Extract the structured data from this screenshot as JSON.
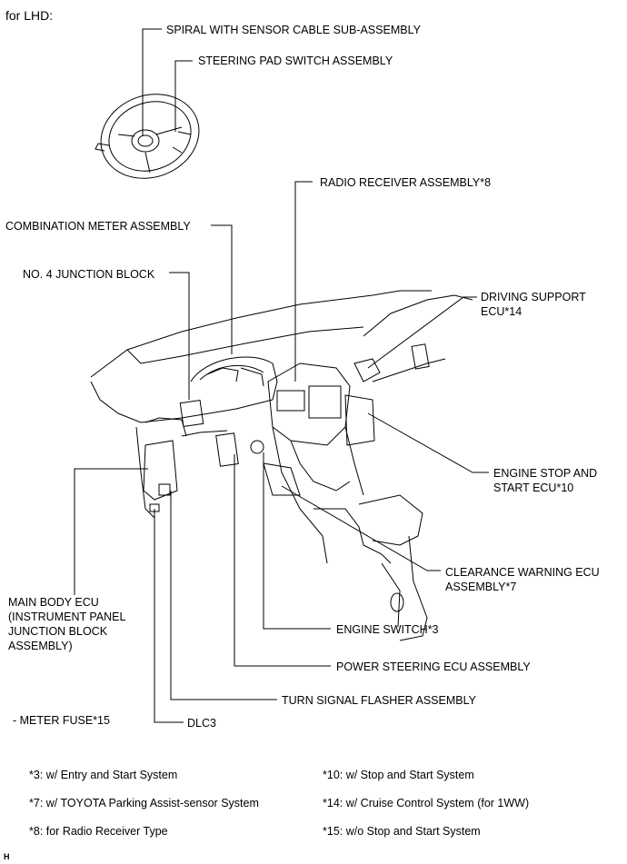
{
  "header": "for LHD:",
  "labels": {
    "spiral": "SPIRAL WITH SENSOR CABLE SUB-ASSEMBLY",
    "steering_pad": "STEERING PAD SWITCH ASSEMBLY",
    "radio": "RADIO RECEIVER ASSEMBLY*8",
    "meter": "COMBINATION METER ASSEMBLY",
    "junction4": "NO. 4 JUNCTION BLOCK",
    "driving_support": "DRIVING SUPPORT\nECU*14",
    "engine_stop": "ENGINE STOP AND\nSTART ECU*10",
    "clearance": "CLEARANCE WARNING ECU\nASSEMBLY*7",
    "main_body": "MAIN BODY ECU\n(INSTRUMENT PANEL\nJUNCTION BLOCK\nASSEMBLY)",
    "engine_switch": "ENGINE SWITCH*3",
    "power_steering": "POWER STEERING ECU ASSEMBLY",
    "turn_signal": "TURN SIGNAL FLASHER ASSEMBLY",
    "meter_fuse": "- METER FUSE*15",
    "dlc3": "DLC3"
  },
  "footnotes": {
    "n3": "*3: w/ Entry and Start System",
    "n7": "*7: w/ TOYOTA Parking Assist-sensor System",
    "n8": "*8: for Radio Receiver Type",
    "n10": "*10: w/ Stop and Start System",
    "n14": "*14: w/ Cruise Control System (for 1WW)",
    "n15": "*15: w/o Stop and Start System"
  },
  "corner_mark": "H"
}
